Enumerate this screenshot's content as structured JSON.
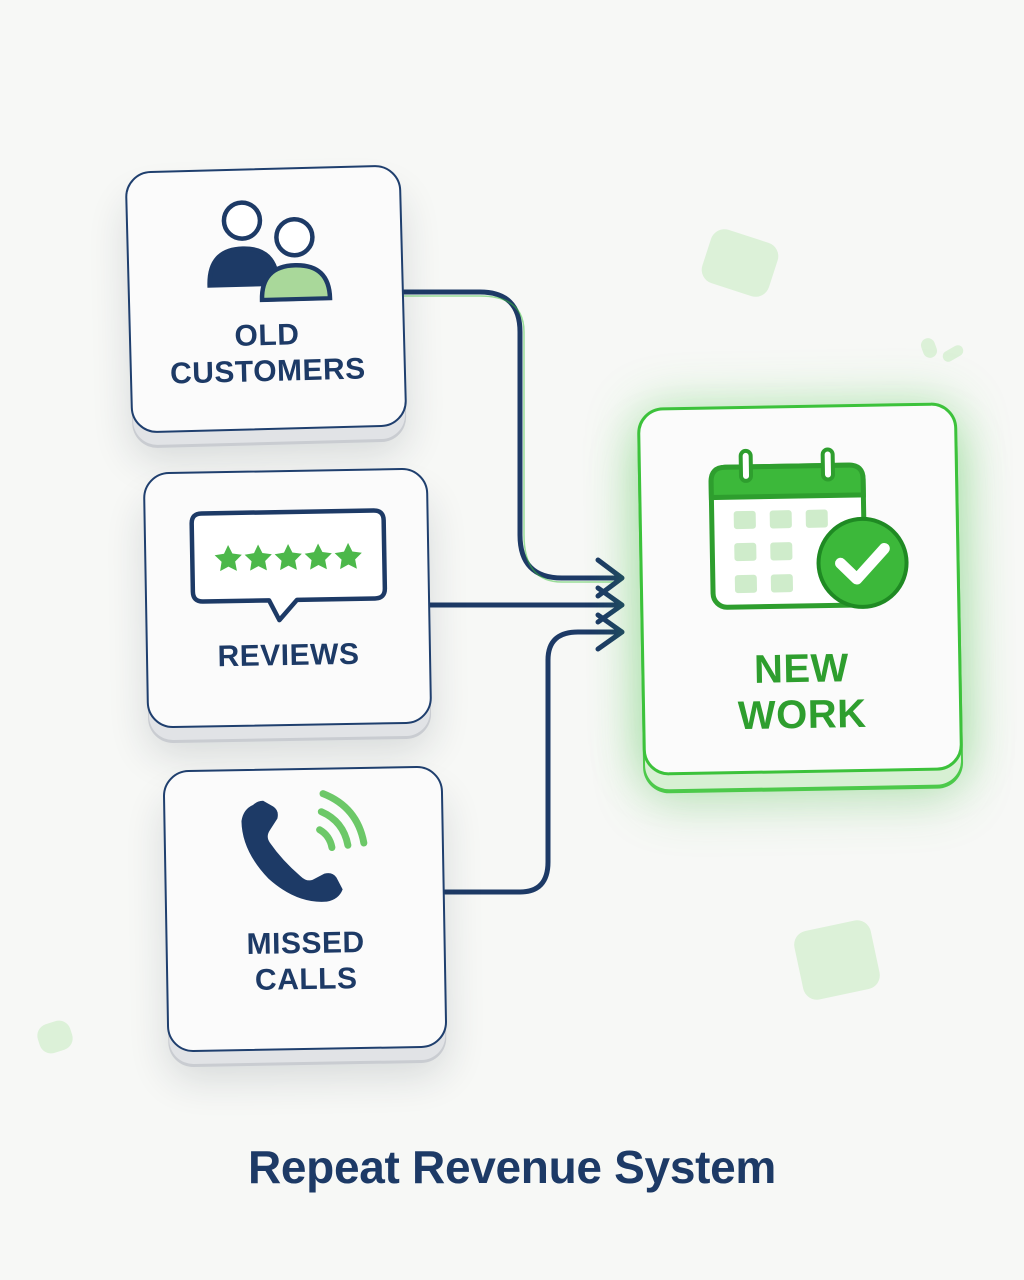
{
  "title": "Repeat Revenue System",
  "sources": [
    {
      "label": "OLD\nCUSTOMERS",
      "icon": "people-icon"
    },
    {
      "label": "REVIEWS",
      "icon": "review-stars-icon"
    },
    {
      "label": "MISSED\nCALLS",
      "icon": "phone-icon"
    }
  ],
  "target": {
    "label": "NEW\nWORK",
    "icon": "calendar-check-icon"
  },
  "colors": {
    "navy": "#1d3a66",
    "green": "#3cc23b",
    "light_green": "#dcf1d8"
  }
}
